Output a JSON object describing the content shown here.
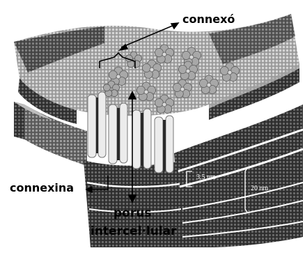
{
  "labels": {
    "connexon": "connexó",
    "connexin": "connexina",
    "pore_line1": "porus",
    "pore_line2": "intercel·lular",
    "gap_width": "3.5 nm",
    "membrane_span": "20 nm"
  },
  "colors": {
    "membrane_light": "#bdbdbd",
    "membrane_dark": "#3a3a3a",
    "flower_fill": "#a8a8a8",
    "pillar_fill": "#ececec",
    "background": "#ffffff"
  }
}
